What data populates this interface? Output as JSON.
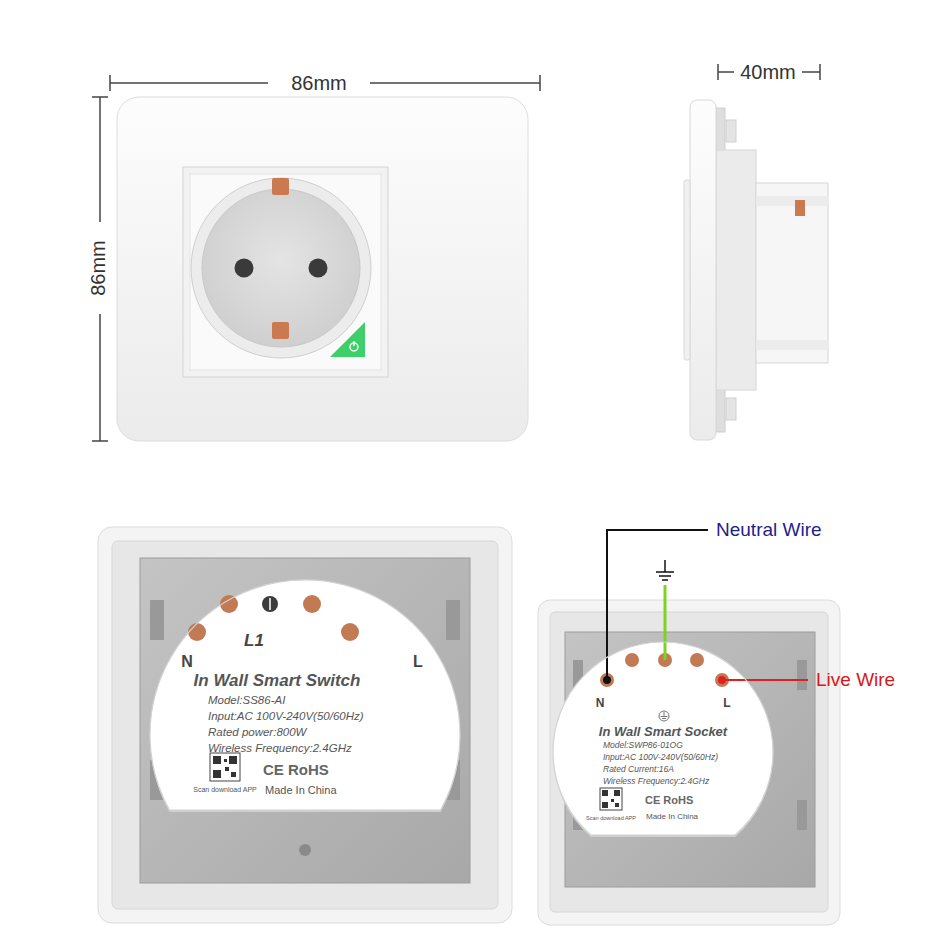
{
  "diagram": {
    "nodes": [
      {
        "text": [
          "L1",
          "N",
          "L",
          "In Wall Smart Switch",
          "Model:SS86-AI",
          "Input:AC 100V-240V(50/60Hz)",
          "Rated power:800W",
          "Wireless Frequency:2.4GHz",
          "Scan download APP",
          "CE RoHS",
          "Made In China"
        ]
      },
      {
        "text": [
          "N",
          "L",
          "In Wall Smart Socket",
          "Model:SWP86-01OG",
          "Input:AC 100V-240V(50/60Hz)",
          "Rated Current:16A",
          "Wireless Frequency:2.4GHz",
          "Scan download APP",
          "CE RoHS",
          "Made In China"
        ]
      }
    ],
    "labels": [
      "86mm",
      "86mm",
      "40mm",
      "Neutral Wire",
      "Live Wire"
    ]
  }
}
